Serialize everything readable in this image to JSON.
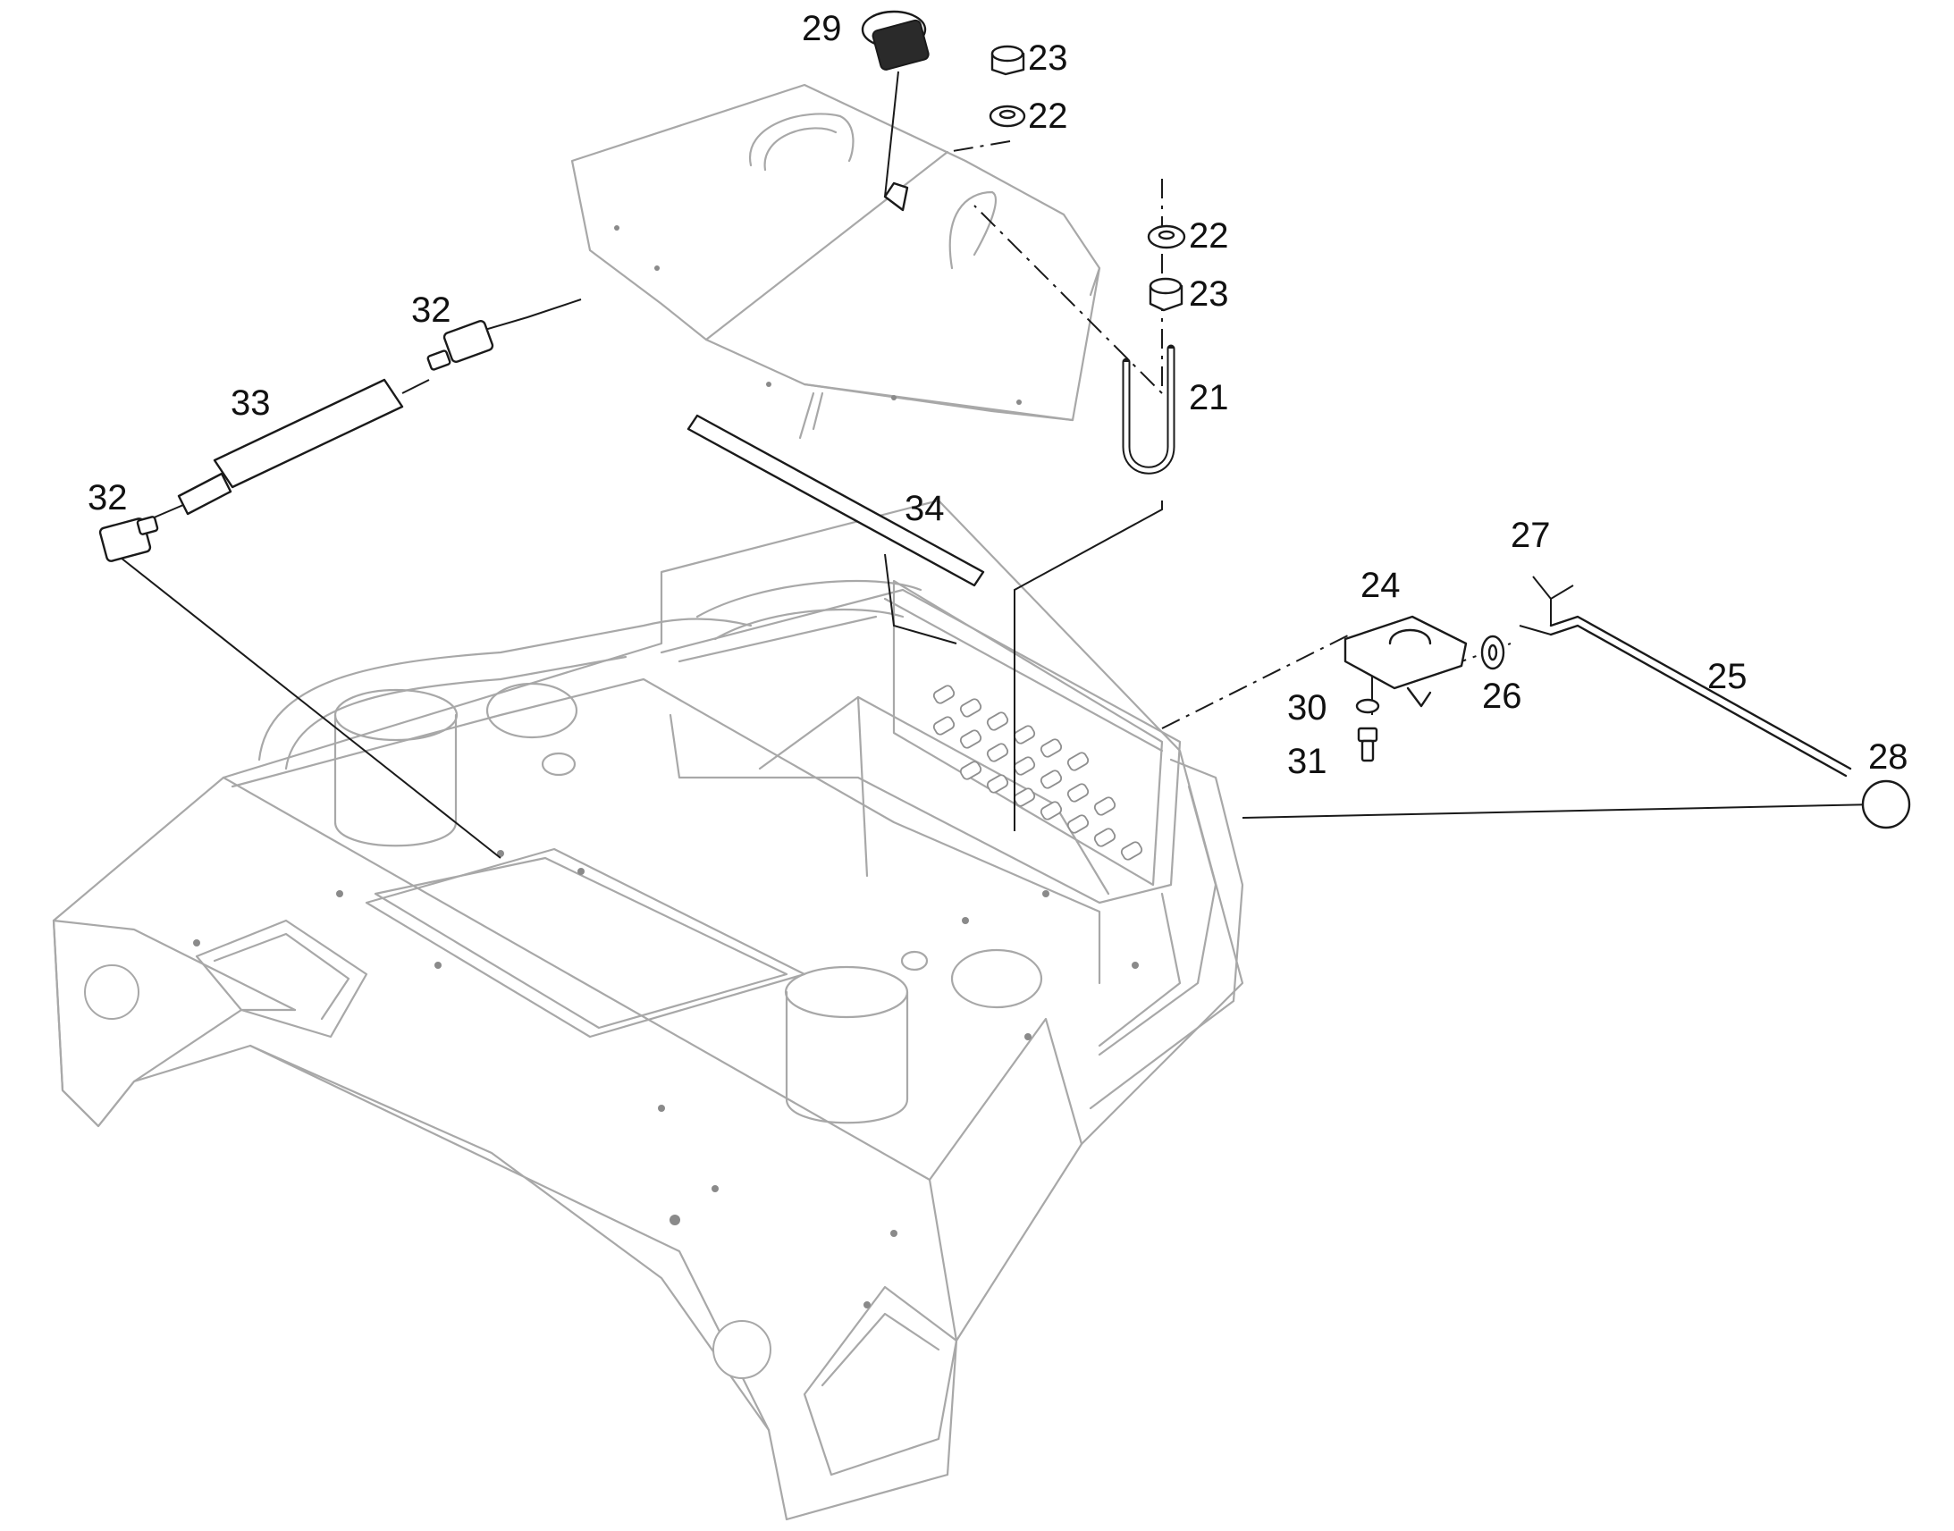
{
  "callouts": [
    {
      "id": "c29",
      "label": "29"
    },
    {
      "id": "c23a",
      "label": "23"
    },
    {
      "id": "c22a",
      "label": "22"
    },
    {
      "id": "c22b",
      "label": "22"
    },
    {
      "id": "c23b",
      "label": "23"
    },
    {
      "id": "c32a",
      "label": "32"
    },
    {
      "id": "c33",
      "label": "33"
    },
    {
      "id": "c21",
      "label": "21"
    },
    {
      "id": "c32b",
      "label": "32"
    },
    {
      "id": "c34",
      "label": "34"
    },
    {
      "id": "c27",
      "label": "27"
    },
    {
      "id": "c24",
      "label": "24"
    },
    {
      "id": "c25",
      "label": "25"
    },
    {
      "id": "c30",
      "label": "30"
    },
    {
      "id": "c26",
      "label": "26"
    },
    {
      "id": "c28",
      "label": "28"
    },
    {
      "id": "c31",
      "label": "31"
    }
  ]
}
